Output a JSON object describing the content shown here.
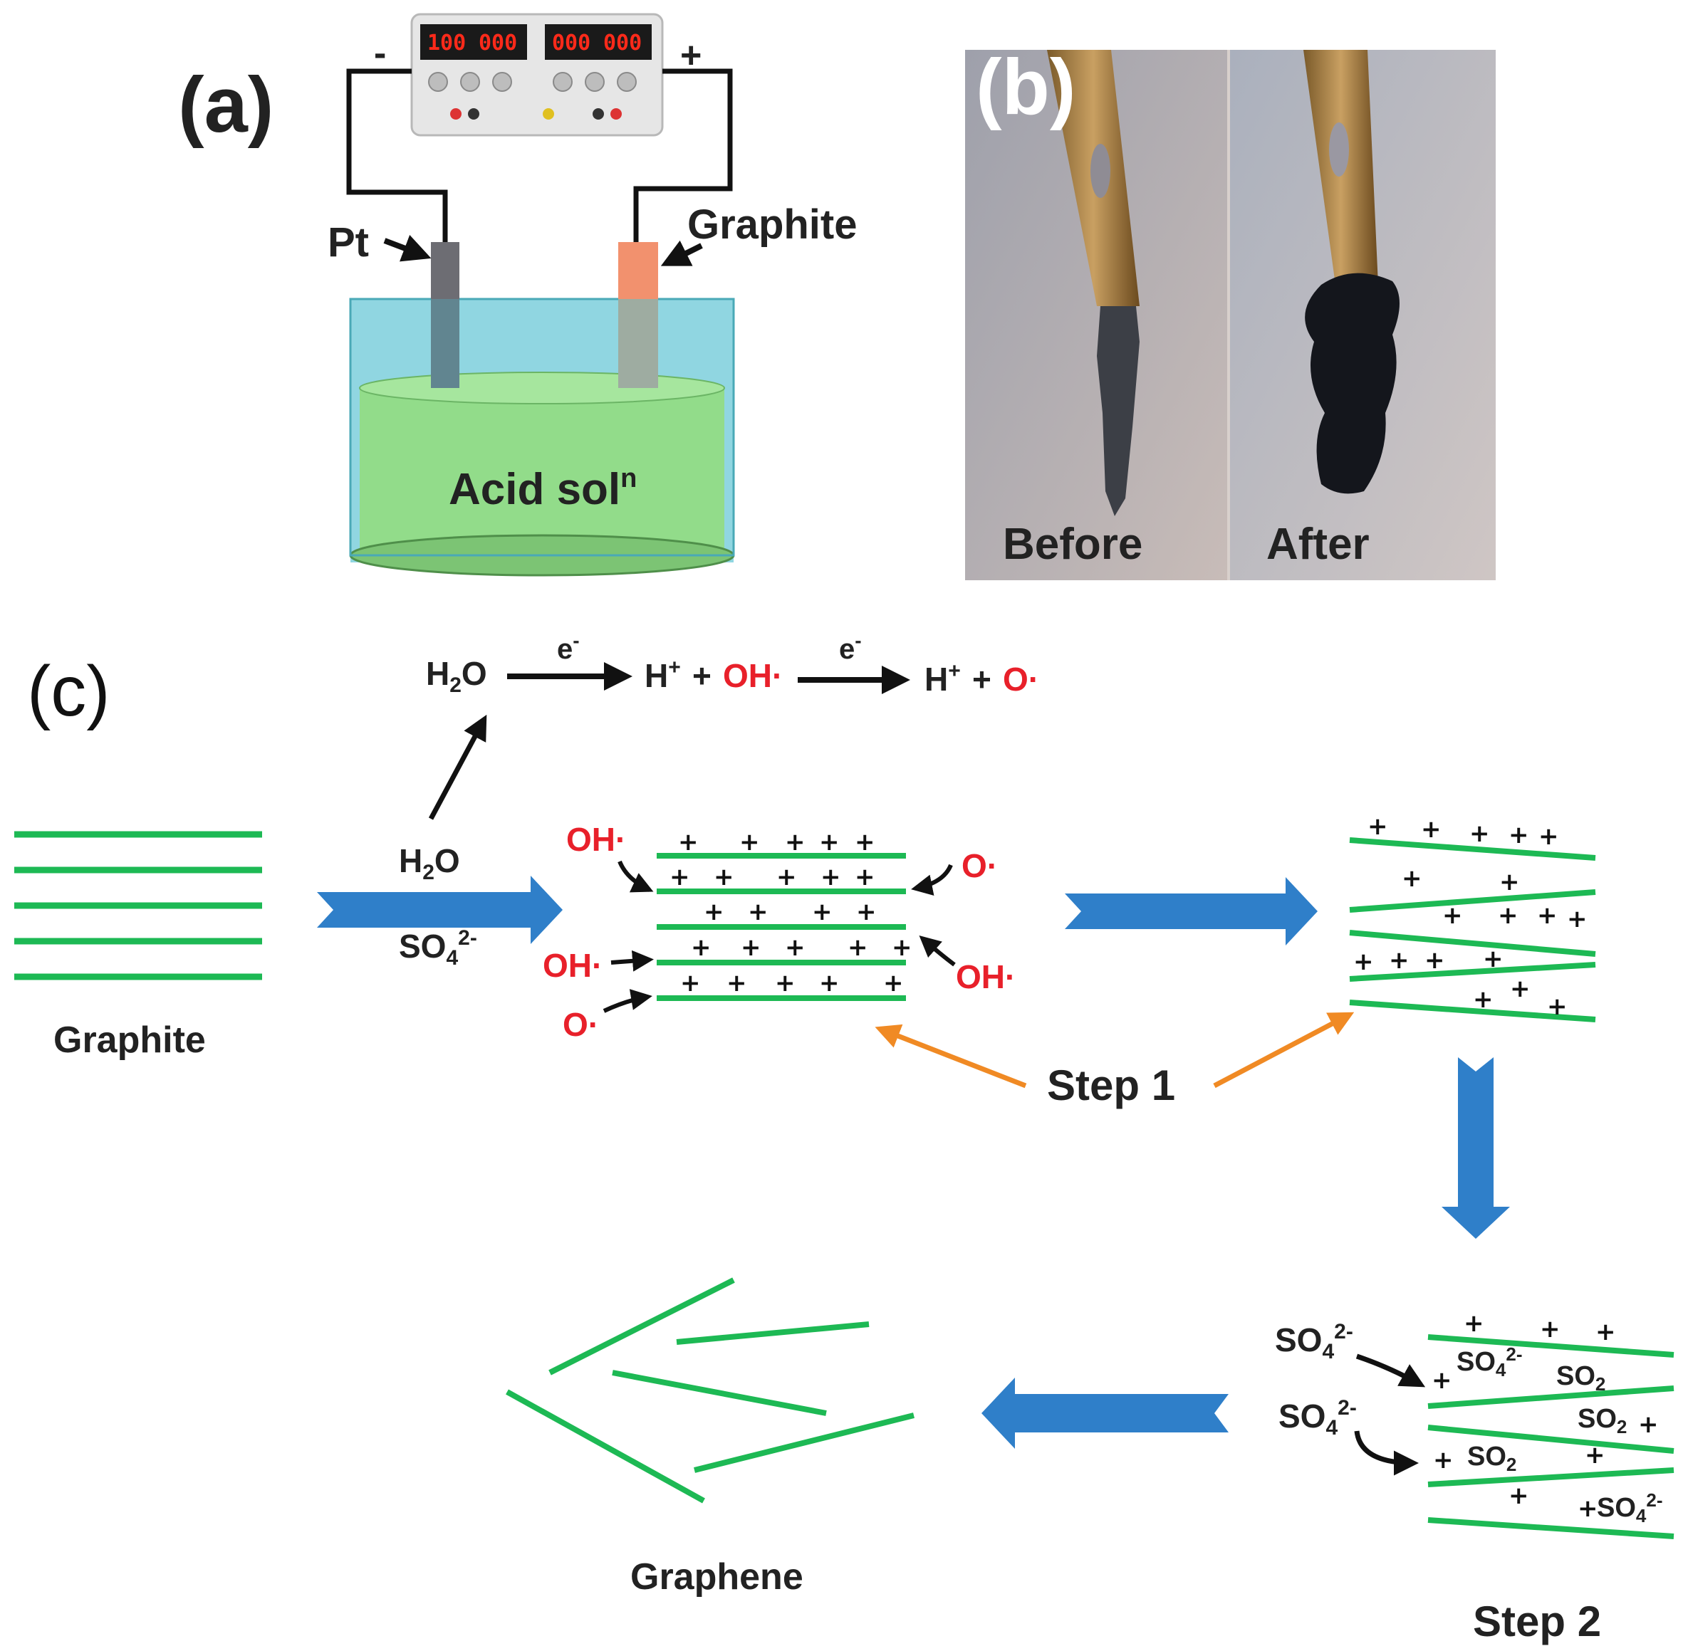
{
  "panel_a": {
    "label": "(a)",
    "minus": "-",
    "plus": "+",
    "pt_label": "Pt",
    "graphite_label": "Graphite",
    "solution_label": "Acid sol",
    "solution_sup": "n",
    "display_1": "100",
    "display_2": "000",
    "display_3": "000",
    "display_4": "000"
  },
  "panel_b": {
    "label": "(b)",
    "before": "Before",
    "after": "After"
  },
  "panel_c": {
    "label": "(c)",
    "reaction": {
      "h2o_h": "H",
      "h2o_sub": "2",
      "h2o_o": "O",
      "e1": "e",
      "e_sup": "-",
      "hplus_1": "H",
      "plus_sup": "+",
      "oh_mid": "+",
      "oh_radical": "OH·",
      "e2": "e",
      "hplus_2": "H",
      "o_mid": "+",
      "o_radical": "O·"
    },
    "input_h2o": "H",
    "input_h2o_sub": "2",
    "input_h2o_o": "O",
    "input_so4": "SO",
    "input_so4_sub": "4",
    "input_so4_sup": "2-",
    "graphite": "Graphite",
    "oh_radical": "OH·",
    "o_radical": "O·",
    "step1": "Step 1",
    "step2": "Step 2",
    "graphene": "Graphene",
    "so4": "SO",
    "so4_sub": "4",
    "so4_sup": "2-",
    "so2": "SO",
    "so2_sub": "2",
    "plus_sign": "+"
  },
  "colors": {
    "layer_green": "#1db954",
    "process_arrow_blue": "#2f7fc9",
    "step1_arrow_orange": "#f08a24",
    "radical_red": "#e8202a"
  }
}
